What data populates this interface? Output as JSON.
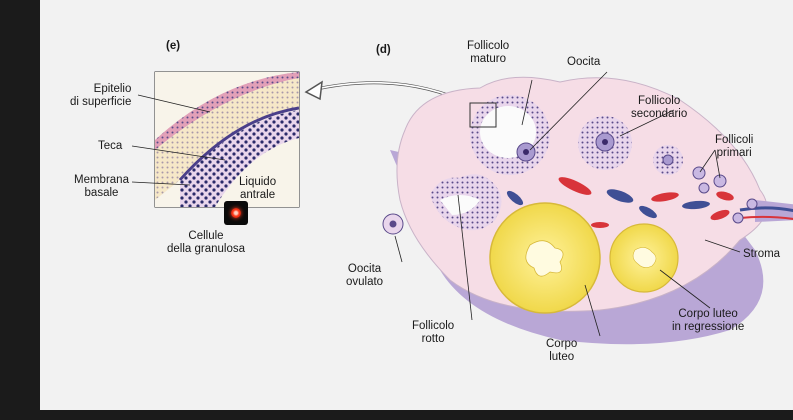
{
  "panels": {
    "e": "(e)",
    "d": "(d)"
  },
  "labels": {
    "epitelio": [
      "Epitelio",
      "di superficie"
    ],
    "teca": "Teca",
    "membrana": [
      "Membrana",
      "basale"
    ],
    "liquido": [
      "Liquido",
      "antrale"
    ],
    "granulosa": [
      "Cellule",
      "della granulosa"
    ],
    "maturo": [
      "Follicolo",
      "maturo"
    ],
    "oocita": "Oocita",
    "secondario": [
      "Follicolo",
      "secondario"
    ],
    "primari": [
      "Follicoli",
      "primari"
    ],
    "stroma": "Stroma",
    "ovulato": [
      "Oocita",
      "ovulato"
    ],
    "rotto": [
      "Follicolo",
      "rotto"
    ],
    "corpo_luteo": [
      "Corpo",
      "luteo"
    ],
    "regressione": [
      "Corpo luteo",
      "in regressione"
    ]
  },
  "colors": {
    "stroma": "#f6dde6",
    "stroma_rim": "#b9a7d6",
    "corpus_luteum": "#f7e46a",
    "blood_vessel": "#d8343a",
    "vein": "#3f4f95"
  },
  "icon": "record-icon"
}
